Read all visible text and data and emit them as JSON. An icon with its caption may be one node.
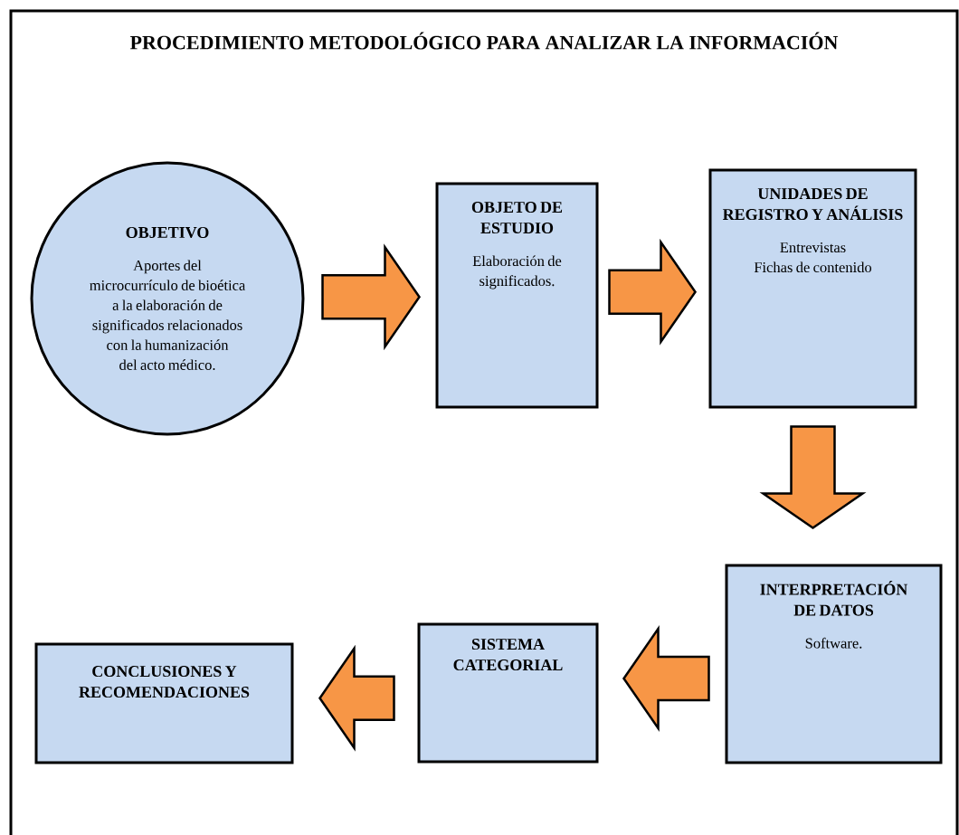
{
  "diagram": {
    "title": "PROCEDIMIENTO METODOLÓGICO PARA ANALIZAR LA INFORMACIÓN",
    "nodes": [
      {
        "text": [
          "OBJETIVO",
          "Aportes del microcurrículo de bioética a la elaboración de significados relacionados con la humanización del acto médico."
        ]
      },
      {
        "text": [
          "OBJETO DE ESTUDIO",
          "Elaboración de significados."
        ]
      },
      {
        "text": [
          "UNIDADES DE REGISTRO Y ANÁLISIS",
          "Entrevistas",
          "Fichas de contenido"
        ]
      },
      {
        "text": [
          "INTERPRETACIÓN DE DATOS",
          "Software."
        ]
      },
      {
        "text": [
          "SISTEMA CATEGORIAL"
        ]
      },
      {
        "text": [
          "CONCLUSIONES Y RECOMENDACIONES"
        ]
      }
    ],
    "edges": [
      {
        "from": 0,
        "to": 1,
        "arrow": "to"
      },
      {
        "from": 1,
        "to": 2,
        "arrow": "to"
      },
      {
        "from": 2,
        "to": 3,
        "arrow": "to"
      },
      {
        "from": 3,
        "to": 4,
        "arrow": "to"
      },
      {
        "from": 4,
        "to": 5,
        "arrow": "to"
      }
    ]
  }
}
